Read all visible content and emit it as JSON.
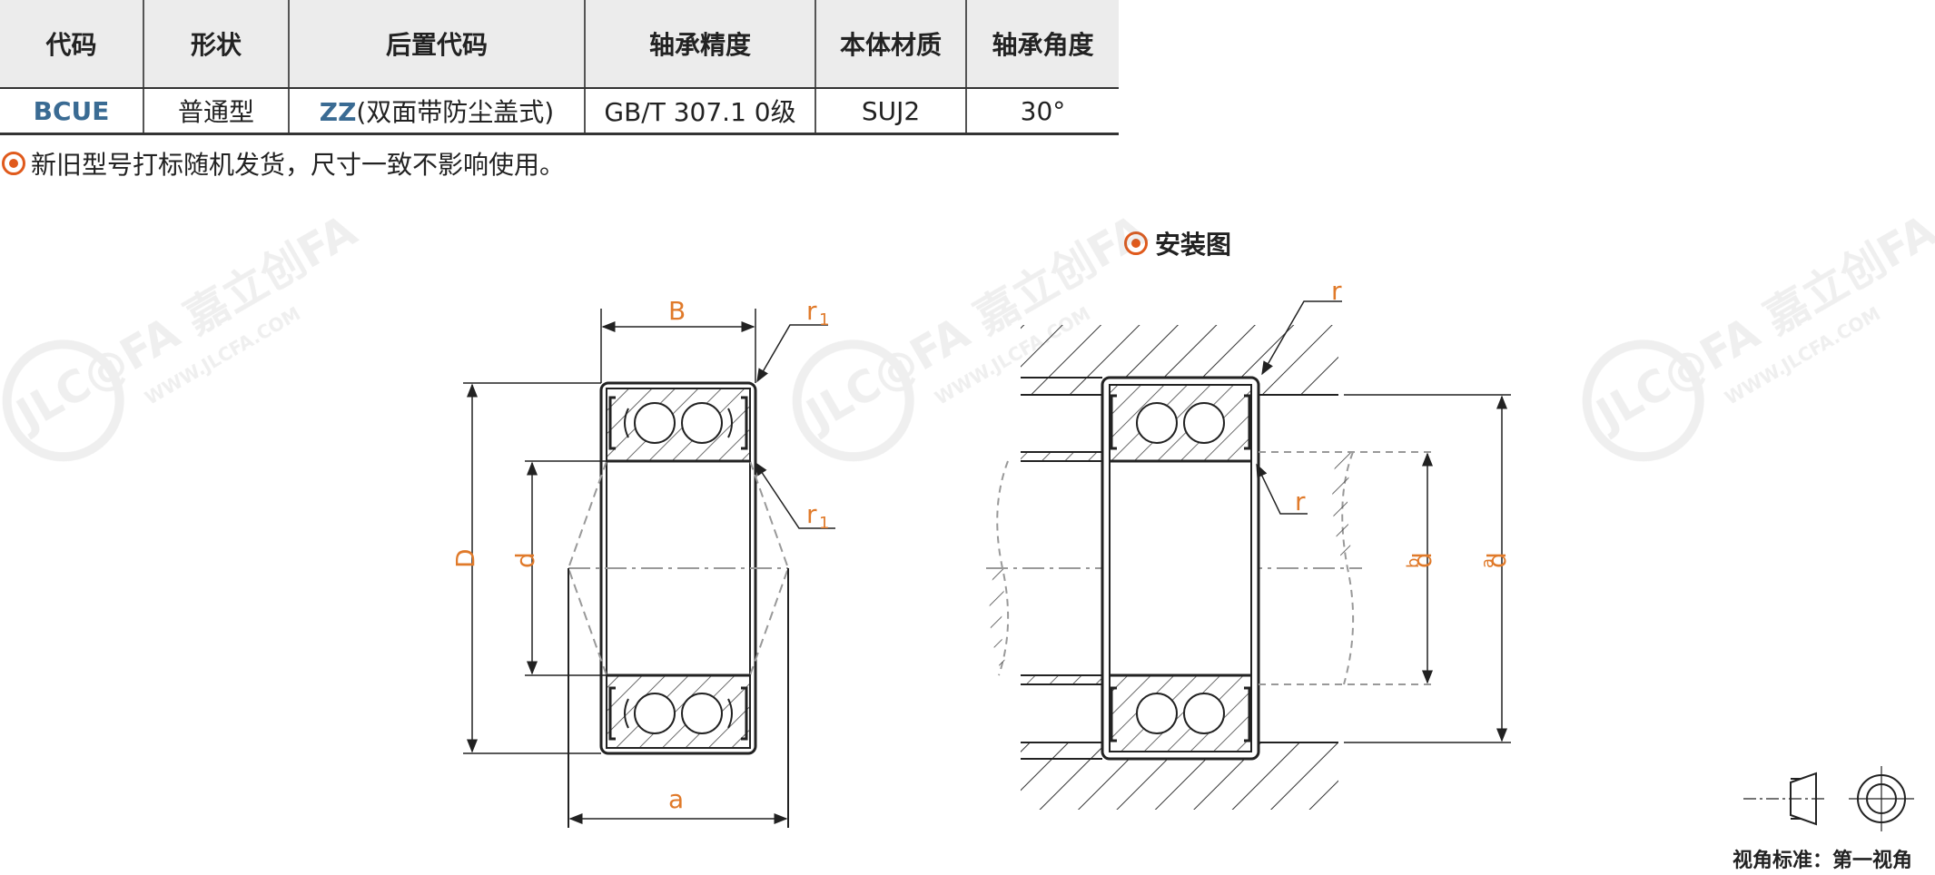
{
  "table": {
    "headers": [
      "代码",
      "形状",
      "后置代码",
      "轴承精度",
      "本体材质",
      "轴承角度"
    ],
    "row": {
      "code": "BCUE",
      "shape": "普通型",
      "suffix_code": "ZZ",
      "suffix_desc": "(双面带防尘盖式)",
      "precision": "GB/T 307.1 0级",
      "material": "SUJ2",
      "angle": "30°"
    }
  },
  "note": "新旧型号打标随机发货，尺寸一致不影响使用。",
  "install_title": "安装图",
  "view_standard": "视角标准：第一视角",
  "watermark": {
    "brand": "JLC@FA 嘉立创FA",
    "url": "WWW.JLCFA.COM"
  },
  "labels": {
    "B": "B",
    "r1_top": "r",
    "r1_bottom": "r",
    "r1_sub": "1",
    "D": "D",
    "d": "d",
    "a": "a",
    "r_top": "r",
    "r_mid": "r",
    "db": "d",
    "db_sub": "b",
    "da": "d",
    "da_sub": "a"
  },
  "colors": {
    "accent": "#e07a2a",
    "code_blue": "#3a6b93",
    "header_bg": "#ececec"
  }
}
